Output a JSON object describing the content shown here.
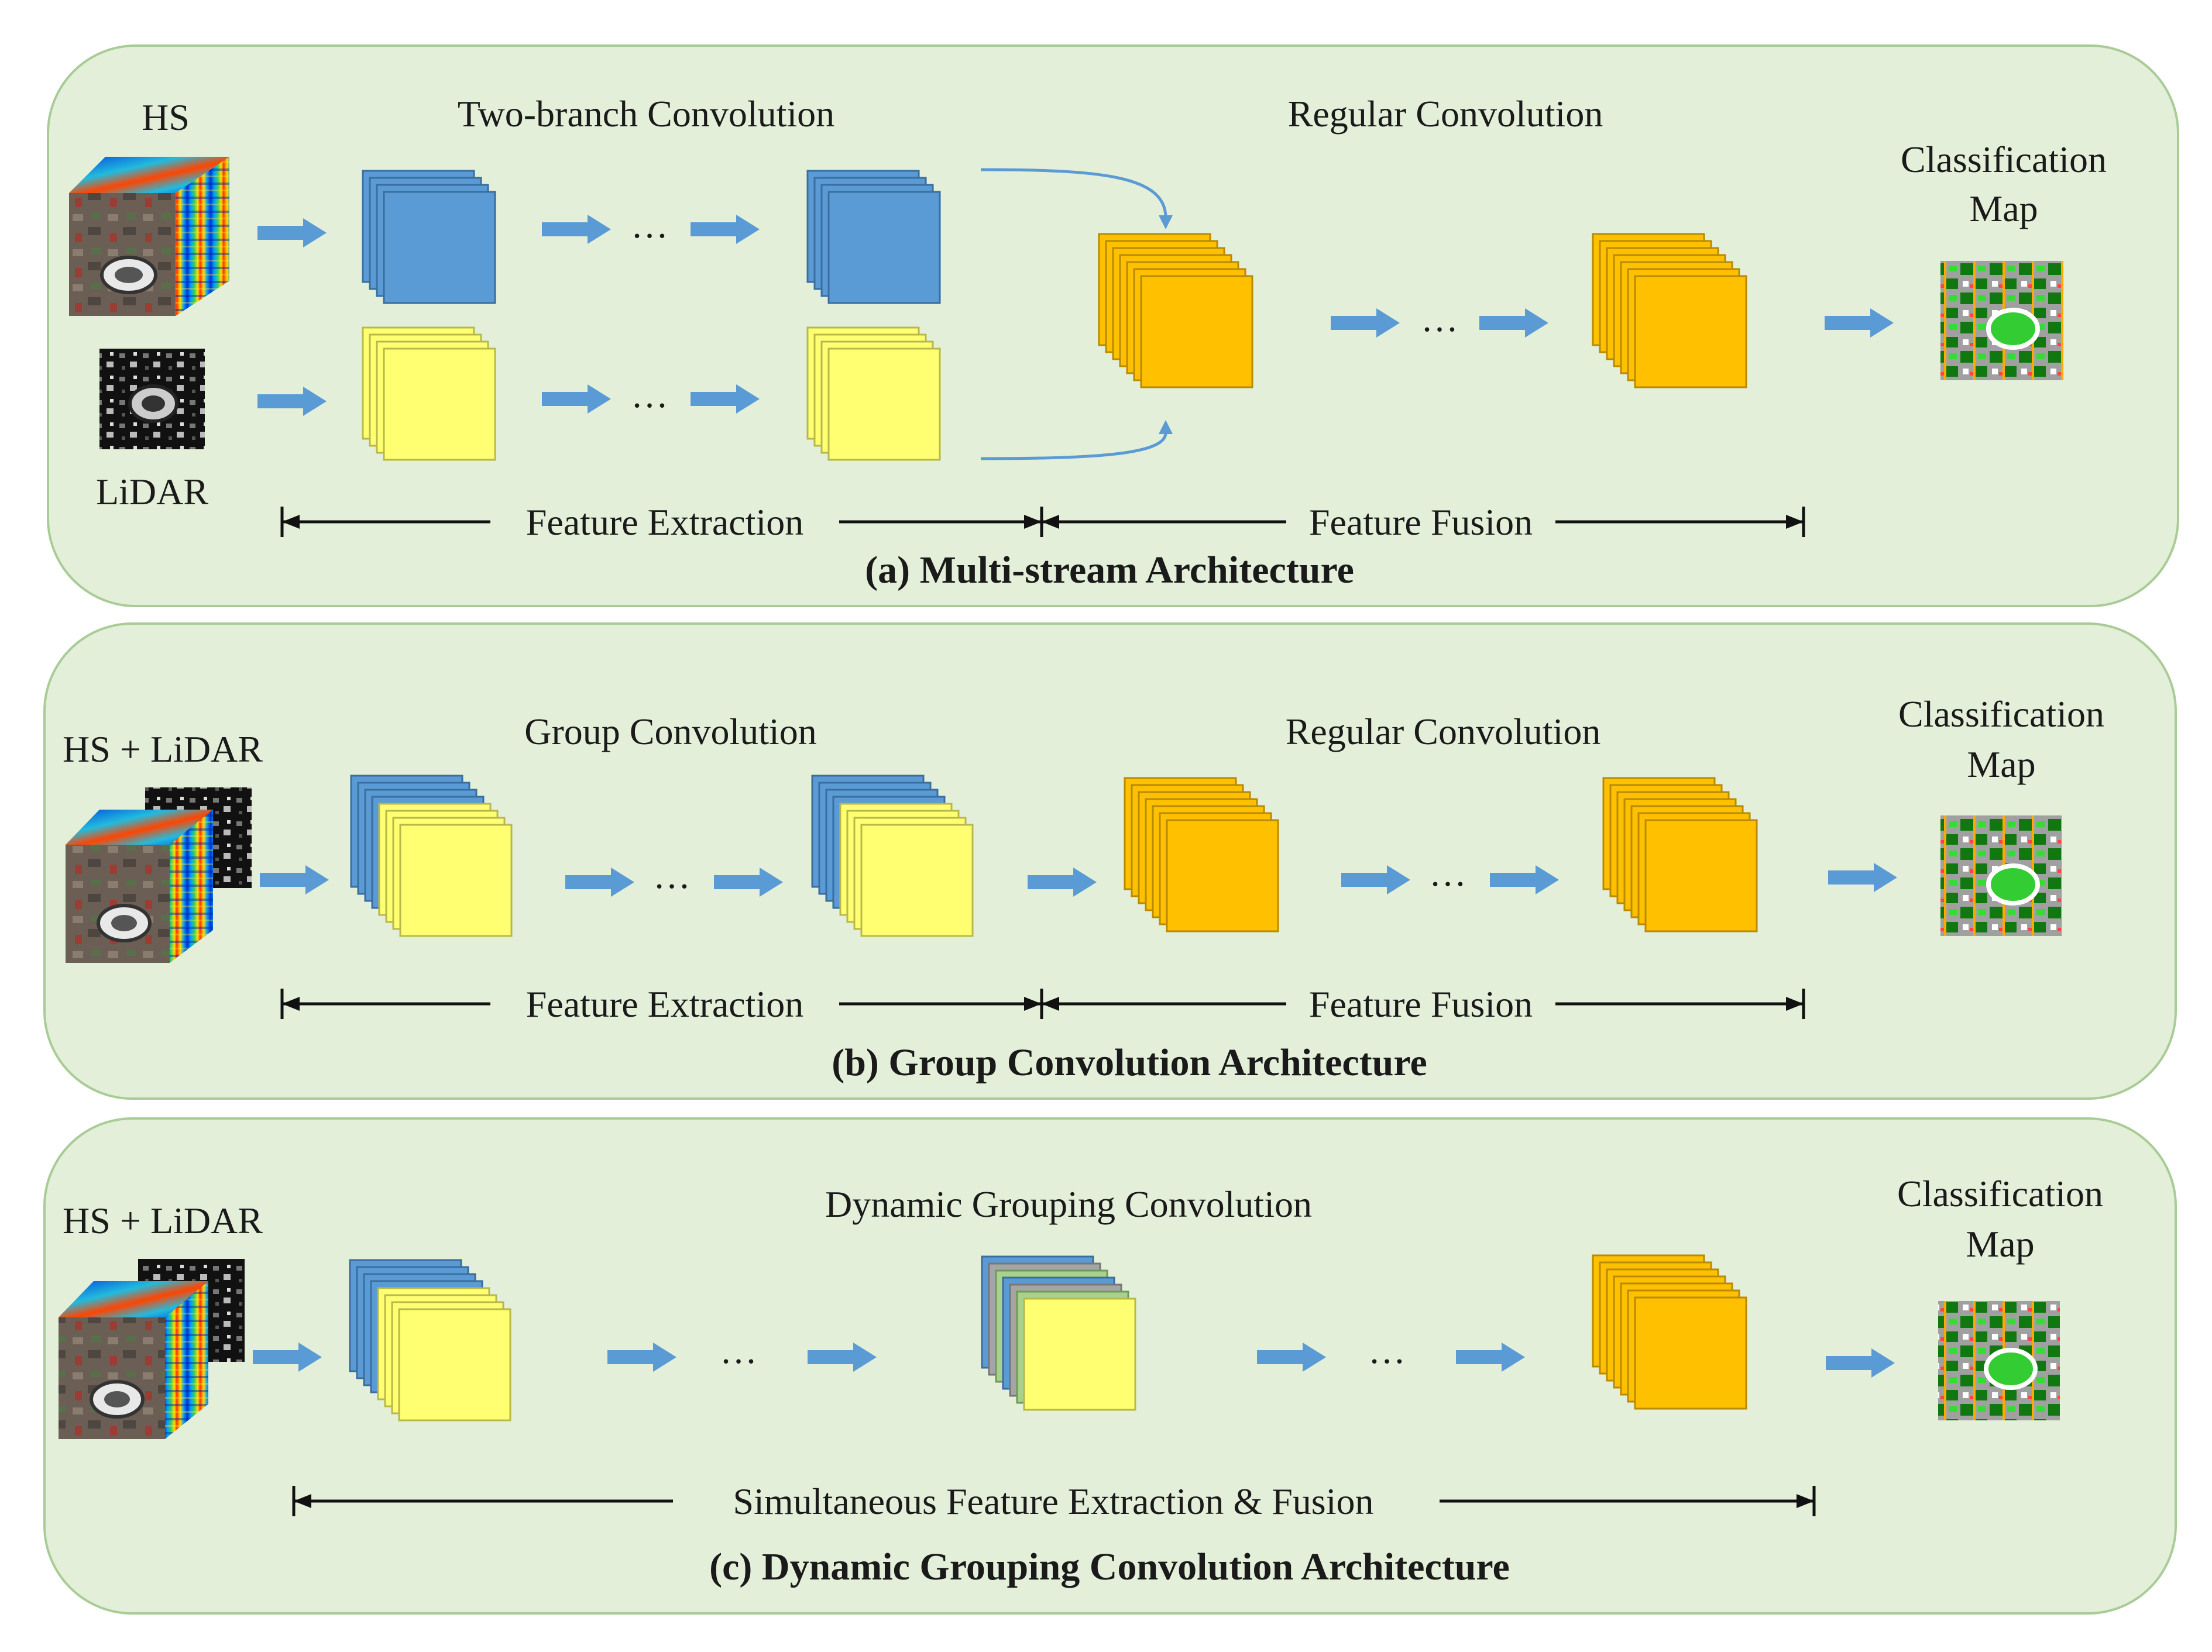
{
  "panels": [
    {
      "caption": "(a) Multi-stream Architecture",
      "input_labels": [
        "HS",
        "LiDAR"
      ],
      "stage1_title": "Two-branch Convolution",
      "stage2_title": "Regular Convolution",
      "output_label": [
        "Classification",
        "Map"
      ],
      "span_left": "Feature Extraction",
      "span_right": "Feature Fusion",
      "ellipsis": "…"
    },
    {
      "caption": "(b) Group Convolution Architecture",
      "input_label": "HS + LiDAR",
      "stage1_title": "Group Convolution",
      "stage2_title": "Regular Convolution",
      "output_label": [
        "Classification",
        "Map"
      ],
      "span_left": "Feature Extraction",
      "span_right": "Feature Fusion",
      "ellipsis": "…"
    },
    {
      "caption": "(c) Dynamic Grouping Convolution Architecture",
      "input_label": "HS + LiDAR",
      "stage_title": "Dynamic Grouping Convolution",
      "output_label": [
        "Classification",
        "Map"
      ],
      "span": "Simultaneous Feature Extraction & Fusion",
      "ellipsis": "…"
    }
  ],
  "colors": {
    "panel_fill": "#e3efd9",
    "panel_stroke": "#a9cc97",
    "hs_feature": "#5b9bd5",
    "lidar_feature": "#ffff71",
    "fused_feature": "#ffc000",
    "gray_feature": "#a5a5a5",
    "green_feature": "#a9d18e",
    "arrow": "#5b9bd5"
  },
  "icons": [
    "hs-cube-icon",
    "lidar-image-icon",
    "classification-map-icon"
  ]
}
